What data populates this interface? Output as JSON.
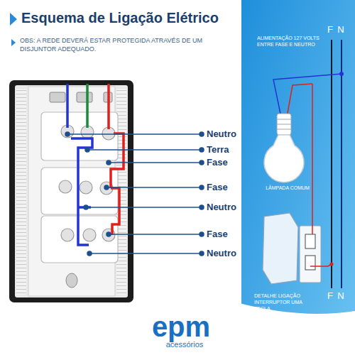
{
  "diagram": {
    "title": "Esquema de Ligação Elétrico",
    "labels": [
      "OBS: A REDE DEVERÁ ESTAR PROTEGIDA ATRAVÉS DE UM DISJUNTOR ADEQUADO.",
      "Neutro",
      "Terra",
      "Fase",
      "Fase",
      "Neutro",
      "Fase",
      "Neutro",
      "ALIMENTAÇÃO 127 VOLTS ENTRE FASE E NEUTRO",
      "F",
      "N",
      "LÂMPADA COMUM",
      "DETALHE LIGAÇÃO INTERRUPTOR UMA TECLA",
      "F",
      "N",
      "epm",
      "acessórios"
    ]
  }
}
